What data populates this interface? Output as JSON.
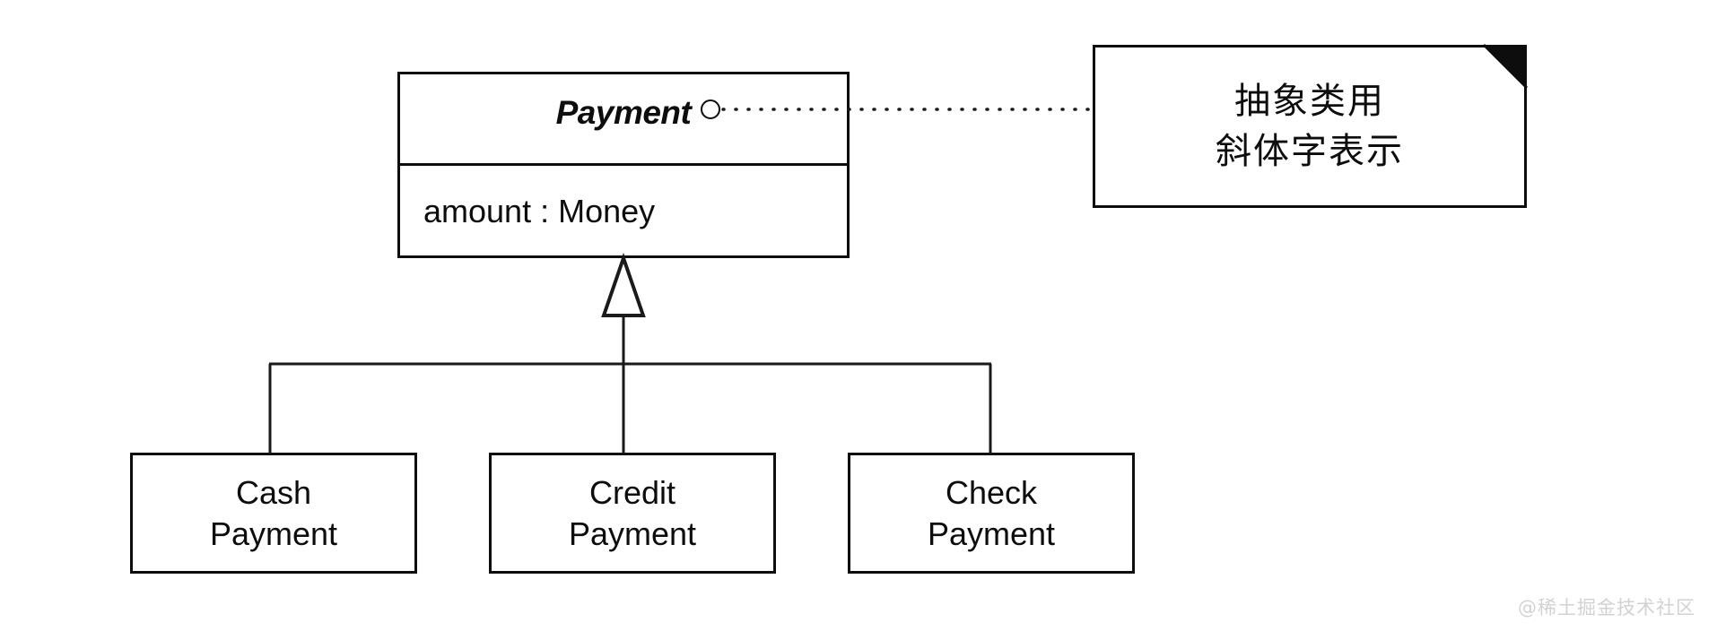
{
  "diagram": {
    "type": "uml-class-diagram",
    "background_color": "#ffffff",
    "line_color": "#0d0d0d",
    "superclass": {
      "name": "Payment",
      "is_abstract": true,
      "name_style": "italic",
      "attributes": [
        "amount : Money"
      ],
      "anchor_icon": "circle-anchor-icon"
    },
    "note": {
      "lines": [
        "抽象类用",
        "斜体字表示"
      ],
      "shape": "folded-corner-note",
      "connector": "dotted-line"
    },
    "subclasses": [
      {
        "line1": "Cash",
        "line2": "Payment"
      },
      {
        "line1": "Credit",
        "line2": "Payment"
      },
      {
        "line1": "Check",
        "line2": "Payment"
      }
    ],
    "relationship": {
      "kind": "generalization",
      "arrow": "hollow-triangle",
      "style": "shared-tree"
    }
  },
  "watermark": {
    "text": "@稀土掘金技术社区"
  }
}
